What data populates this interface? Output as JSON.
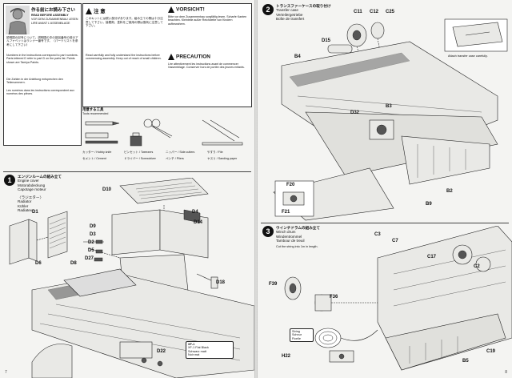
{
  "left": {
    "intro_box": {
      "jp_title": "作る前にお読み下さい",
      "en_title": "READ BEFORE ASSEMBLY",
      "de_title": "VOR DEM ZUSAMMENBAU LESEN",
      "fr_title": "LIRE AVANT L'ASSEMBLAGE",
      "body_jp": "説明図の記号について。説明図の中の部品番号の前のアルファベットはランナー番号です。（パーツリストを参考にして下さい）",
      "body_en": "Numbers in the instructions correspond to part numbers. Parts lettered D refer to part D on the parts list. Paints shown are Tamiya Paints.",
      "body_de": "Die Zahlen in der Anleitung entsprechen den Teilenummern.",
      "body_fr": "Les numéros dans les instructions correspondent aux numéros des pièces."
    },
    "caution": {
      "jp_title": "注 意",
      "jp_body": "このキットには鋭い部分があります。組み立ての際は十分注意して下さい。接着剤、塗料をご使用の際は換気に注意して下さい。",
      "de_title": "VORSICHT!",
      "de_body": "Bitte vor dem Zusammenbau sorgfältig lesen. Scharfe Kanten beachten. Kleinteile außer Reichweite von Kindern aufbewahren.",
      "fr_title": "PRECAUTION",
      "fr_body": "Lire attentivement les instructions avant de commencer l'assemblage. Conserver hors de portée des jeunes enfants.",
      "en_body": "Read carefully and fully understand the instructions before commencing assembly. Keep out of reach of small children."
    },
    "tools": {
      "title_jp": "用意する工具",
      "title_en": "Tools recommended",
      "items": [
        "カッター / Hobby knife",
        "ピンセット / Tweezers",
        "ニッパー / Side cutters",
        "やすり / File",
        "セメント / Cement",
        "ドライバー / Screwdriver",
        "ペンチ / Pliers",
        "ヤスリ / Sanding paper"
      ]
    },
    "step1": {
      "number": "1",
      "jp": "エンジンルームの組み立て",
      "en": "Engine cover",
      "de": "Motorabdeckung",
      "fr": "Capotage moteur",
      "radiator_jp": "〈ラジエター〉",
      "radiator_en": "Radiator",
      "radiator_de": "Kühler",
      "radiator_fr": "Radiateur",
      "labels": [
        "D10",
        "D3",
        "D9",
        "D4",
        "D2",
        "D5",
        "D27",
        "D14",
        "D18",
        "D6",
        "D1",
        "D22",
        "D8"
      ],
      "paint_note": "XF-1",
      "paint_note_full": "XF-1 Flat Black\nSchwarz matt\nNoir mat"
    },
    "page_number": "7"
  },
  "right": {
    "step2": {
      "number": "2",
      "jp": "トランスファーケースの取り付け",
      "en": "Transfer case",
      "de": "Verteilergetriebe",
      "fr": "Boîte de transfert",
      "labels": [
        "C11",
        "C12",
        "C25",
        "D15",
        "B4",
        "B3",
        "D32",
        "B2",
        "B9",
        "F20",
        "F21"
      ],
      "tip": "Attach transfer case carefully."
    },
    "step3": {
      "number": "3",
      "jp": "ウインチドラムの組み立て",
      "en": "Winch drum",
      "de": "Windentrommel",
      "fr": "Tambour de treuil",
      "labels": [
        "C3",
        "C7",
        "C17",
        "C2",
        "F39",
        "F36",
        "H22",
        "C19",
        "B5"
      ],
      "string_note": "String\nSchnur\nFicelle",
      "tip": "Cut the string into 1m in length."
    },
    "page_number": "8"
  }
}
